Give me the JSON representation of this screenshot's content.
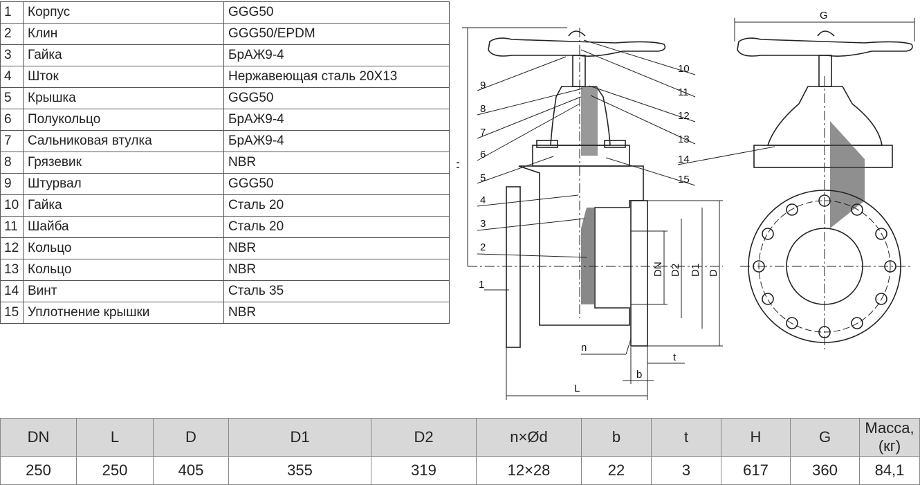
{
  "parts": [
    {
      "num": "1",
      "name": "Корпус",
      "material": "GGG50"
    },
    {
      "num": "2",
      "name": "Клин",
      "material": "GGG50/EPDM"
    },
    {
      "num": "3",
      "name": "Гайка",
      "material": "БрАЖ9-4"
    },
    {
      "num": "4",
      "name": "Шток",
      "material": "Нержавеющая сталь 20Х13"
    },
    {
      "num": "5",
      "name": "Крышка",
      "material": "GGG50"
    },
    {
      "num": "6",
      "name": "Полукольцо",
      "material": "БрАЖ9-4"
    },
    {
      "num": "7",
      "name": "Сальниковая втулка",
      "material": "БрАЖ9-4"
    },
    {
      "num": "8",
      "name": "Грязевик",
      "material": "NBR"
    },
    {
      "num": "9",
      "name": "Штурвал",
      "material": "GGG50"
    },
    {
      "num": "10",
      "name": "Гайка",
      "material": "Сталь 20"
    },
    {
      "num": "11",
      "name": "Шайба",
      "material": "Сталь 20"
    },
    {
      "num": "12",
      "name": "Кольцо",
      "material": "NBR"
    },
    {
      "num": "13",
      "name": "Кольцо",
      "material": "NBR"
    },
    {
      "num": "14",
      "name": "Винт",
      "material": "Сталь 35"
    },
    {
      "num": "15",
      "name": "Уплотнение крышки",
      "material": "NBR"
    }
  ],
  "drawing": {
    "callouts": [
      "1",
      "2",
      "3",
      "4",
      "5",
      "6",
      "7",
      "8",
      "9",
      "10",
      "11",
      "12",
      "13",
      "14",
      "15"
    ],
    "dimension_labels": {
      "H": "H",
      "G": "G",
      "DN": "DN",
      "D2": "D2",
      "D1": "D1",
      "D": "D",
      "L": "L",
      "n": "n",
      "b": "b",
      "t": "t"
    }
  },
  "dimensions": {
    "headers": [
      "DN",
      "L",
      "D",
      "D1",
      "D2",
      "n×Ød",
      "b",
      "t",
      "H",
      "G",
      "Масса, (кг)"
    ],
    "values": [
      "250",
      "250",
      "405",
      "355",
      "319",
      "12×28",
      "22",
      "3",
      "617",
      "360",
      "84,1"
    ]
  }
}
